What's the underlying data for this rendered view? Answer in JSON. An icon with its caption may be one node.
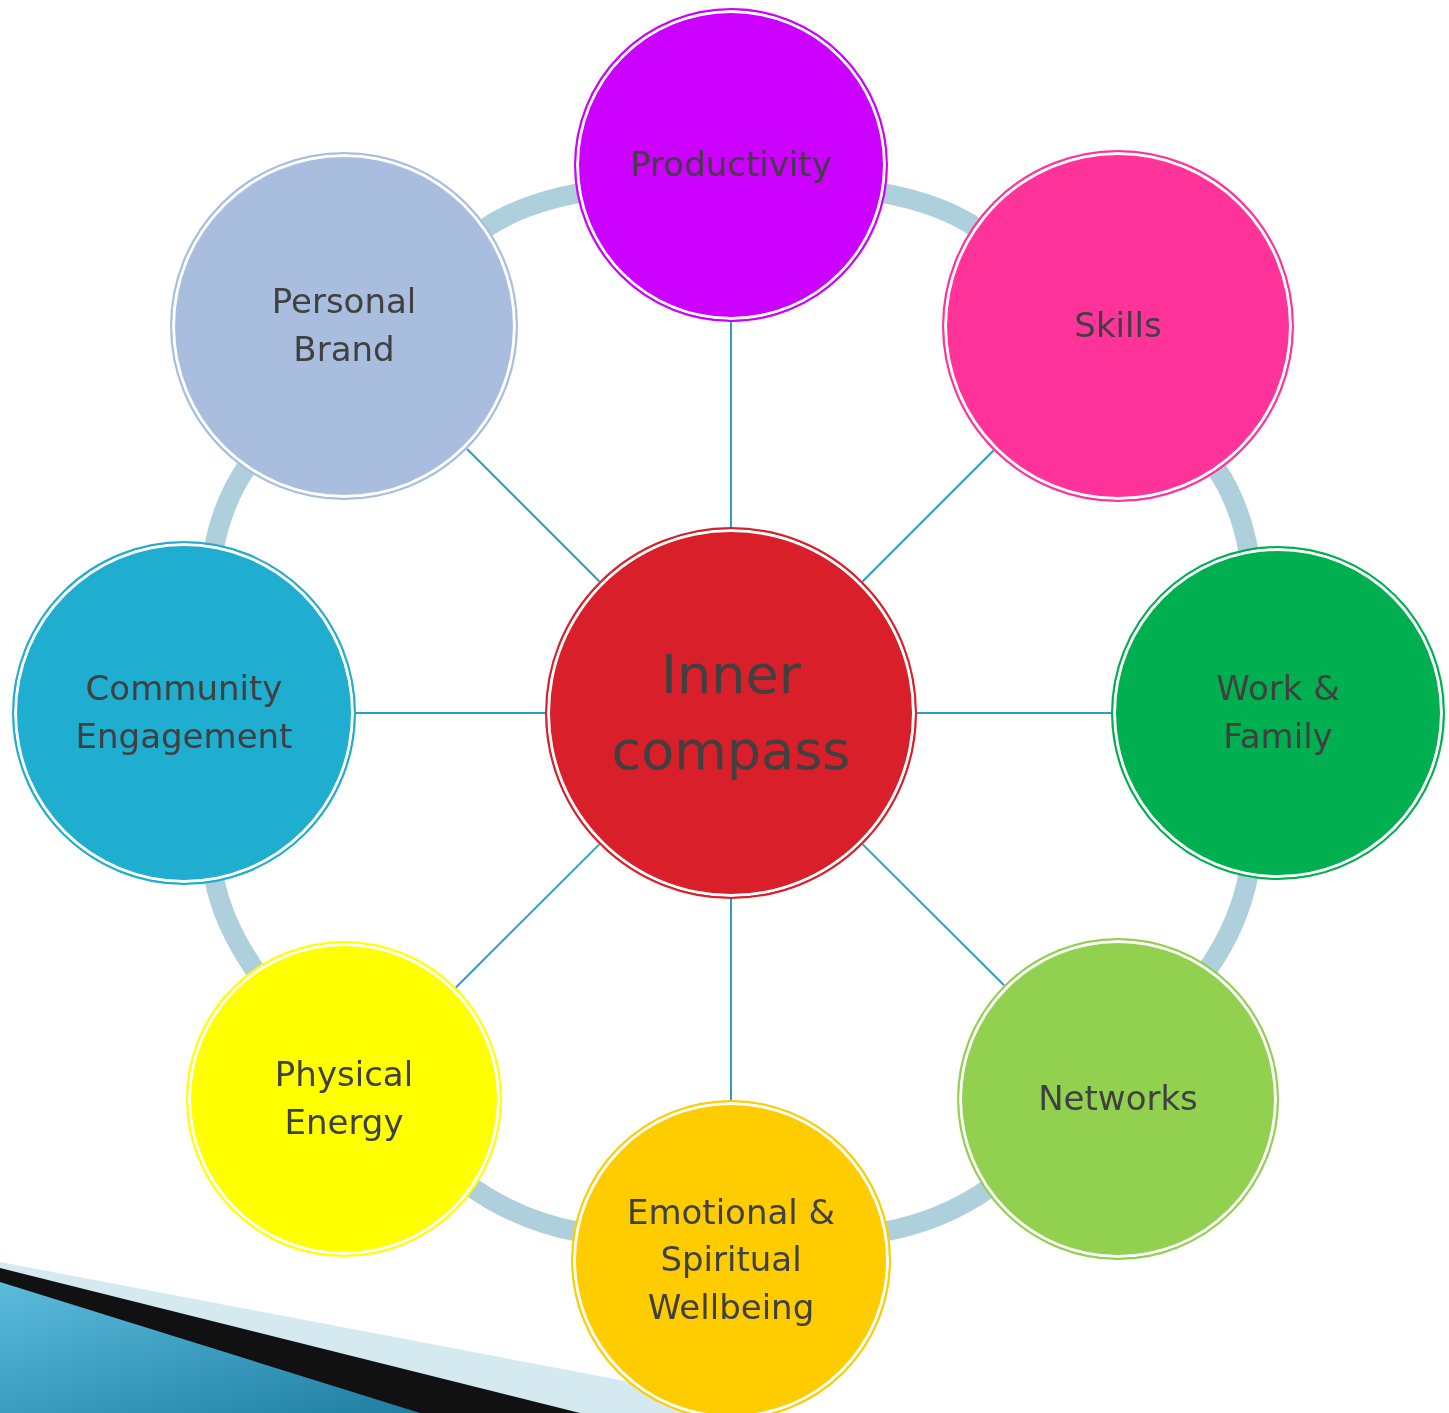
{
  "diagram": {
    "nodes": [
      {
        "text": [
          "Inner compass"
        ]
      },
      {
        "text": [
          "Productivity"
        ]
      },
      {
        "text": [
          "Skills"
        ]
      },
      {
        "text": [
          "Work & Family"
        ]
      },
      {
        "text": [
          "Networks"
        ]
      },
      {
        "text": [
          "Emotional & Spiritual Wellbeing"
        ]
      },
      {
        "text": [
          "Physical Energy"
        ]
      },
      {
        "text": [
          "Community Engagement"
        ]
      },
      {
        "text": [
          "Personal Brand"
        ]
      }
    ],
    "edges": [
      {
        "from": 0,
        "to": 1,
        "arrow": "none"
      },
      {
        "from": 0,
        "to": 2,
        "arrow": "none"
      },
      {
        "from": 0,
        "to": 3,
        "arrow": "none"
      },
      {
        "from": 0,
        "to": 4,
        "arrow": "none"
      },
      {
        "from": 0,
        "to": 5,
        "arrow": "none"
      },
      {
        "from": 0,
        "to": 6,
        "arrow": "none"
      },
      {
        "from": 0,
        "to": 7,
        "arrow": "none"
      },
      {
        "from": 0,
        "to": 8,
        "arrow": "none"
      },
      {
        "from": 1,
        "to": 2,
        "arrow": "none",
        "style": "thick",
        "color": "#aecfdc"
      },
      {
        "from": 2,
        "to": 3,
        "arrow": "none",
        "style": "thick",
        "color": "#aecfdc"
      },
      {
        "from": 3,
        "to": 4,
        "arrow": "none",
        "style": "thick",
        "color": "#aecfdc"
      },
      {
        "from": 4,
        "to": 5,
        "arrow": "none",
        "style": "thick",
        "color": "#aecfdc"
      },
      {
        "from": 5,
        "to": 6,
        "arrow": "none",
        "style": "thick",
        "color": "#aecfdc"
      },
      {
        "from": 6,
        "to": 7,
        "arrow": "none",
        "style": "thick",
        "color": "#aecfdc"
      },
      {
        "from": 7,
        "to": 8,
        "arrow": "none",
        "style": "thick",
        "color": "#aecfdc"
      },
      {
        "from": 8,
        "to": 1,
        "arrow": "none",
        "style": "thick",
        "color": "#aecfdc"
      }
    ]
  }
}
